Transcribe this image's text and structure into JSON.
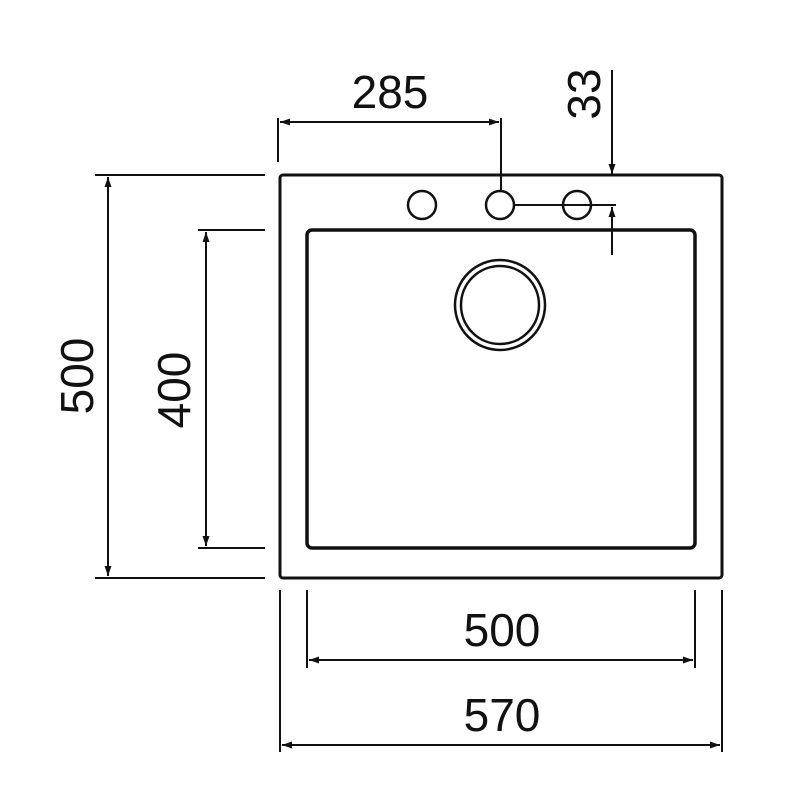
{
  "drawing": {
    "subject": "sink",
    "colors": {
      "line": "#111111",
      "background": "#ffffff"
    },
    "dimensions": {
      "tap_hole_offset": "285",
      "tap_hole_from_edge": "33",
      "overall_depth": "500",
      "bowl_depth": "400",
      "bowl_width": "500",
      "overall_width": "570"
    }
  }
}
